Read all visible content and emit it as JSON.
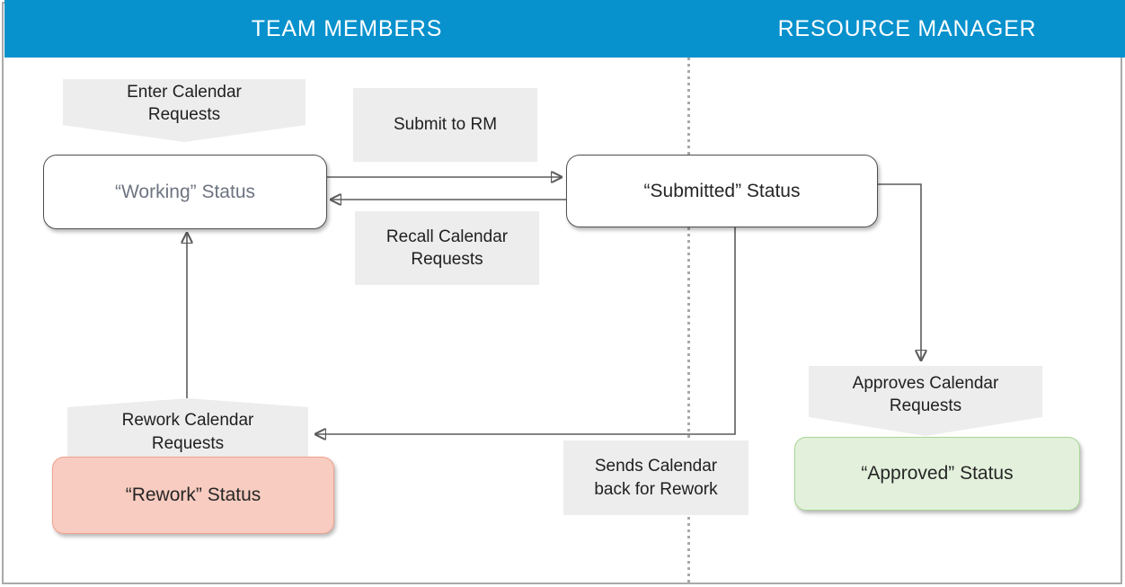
{
  "lanes": {
    "left": "TEAM MEMBERS",
    "right": "RESOURCE MANAGER"
  },
  "nodes": {
    "enter_calendar_requests": "Enter Calendar\nRequests",
    "submit_to_rm": "Submit to RM",
    "working_status": "“Working” Status",
    "recall_calendar_requests": "Recall Calendar\nRequests",
    "submitted_status": "“Submitted” Status",
    "rework_calendar_requests": "Rework Calendar\nRequests",
    "rework_status": "“Rework” Status",
    "sends_calendar_back": "Sends Calendar\nback for Rework",
    "approves_calendar_requests": "Approves Calendar\nRequests",
    "approved_status": "“Approved” Status"
  },
  "colors": {
    "header_bg": "#0791cd",
    "header_text": "#ffffff",
    "label_bg": "#ededed",
    "arrow": "#5b5b5b",
    "rework_bg": "#f8ccc0",
    "rework_border": "#efa28f",
    "approved_bg": "#e3f1dc",
    "approved_border": "#a8d695"
  }
}
